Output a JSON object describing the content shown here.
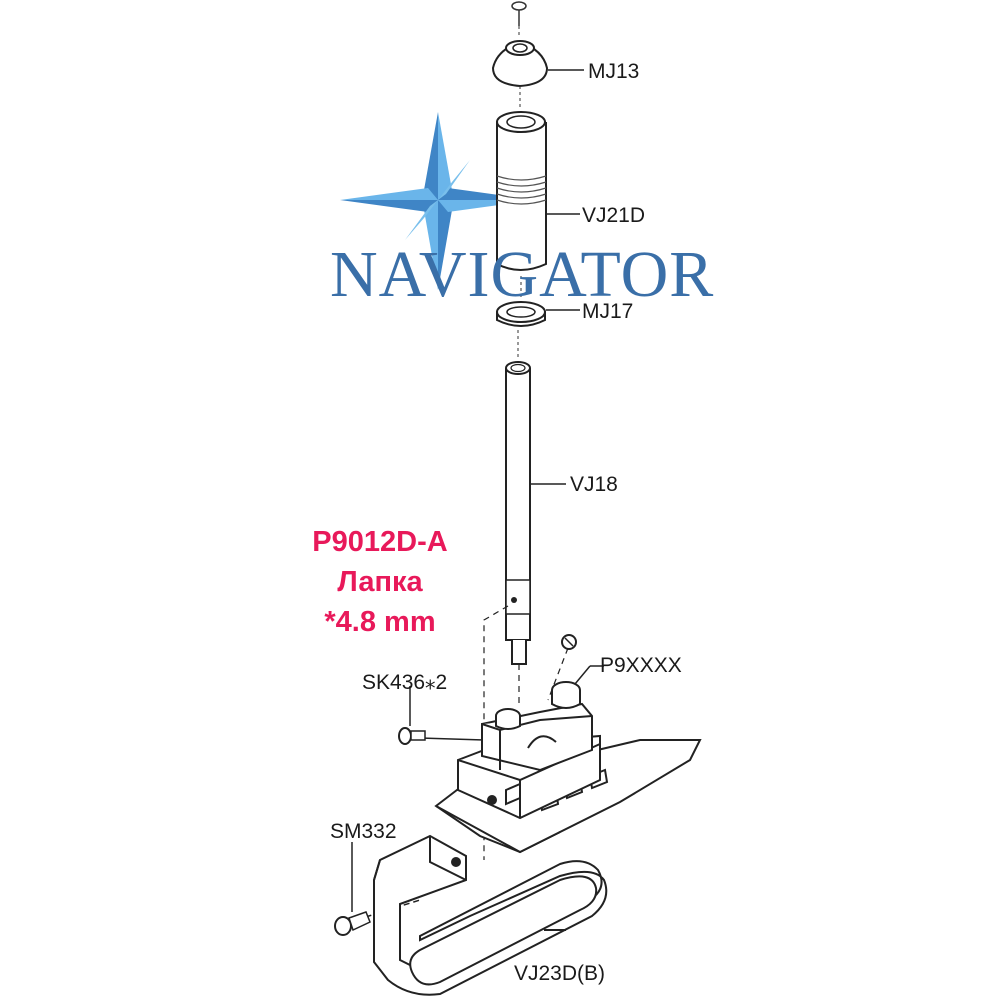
{
  "logo": {
    "text": "NAVIGATOR",
    "color": "#3a6fa8"
  },
  "callout": {
    "code": "P9012D-A",
    "name": "Лапка",
    "size": "*4.8 mm",
    "color": "#e8195a"
  },
  "parts": {
    "mj13": "MJ13",
    "vj21d": "VJ21D",
    "mj17": "MJ17",
    "vj18": "VJ18",
    "p9xxxx": "P9XXXX",
    "sk436": "SK436⁎2",
    "sm332": "SM332",
    "vj23db": "VJ23D(B)"
  }
}
